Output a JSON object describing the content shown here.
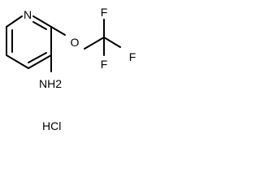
{
  "molecule": {
    "atoms": {
      "ring_n": "N",
      "ether_o": "O",
      "f_top": "F",
      "f_right": "F",
      "f_bottom": "F",
      "amine": "NH2"
    },
    "salt": "HCl"
  }
}
